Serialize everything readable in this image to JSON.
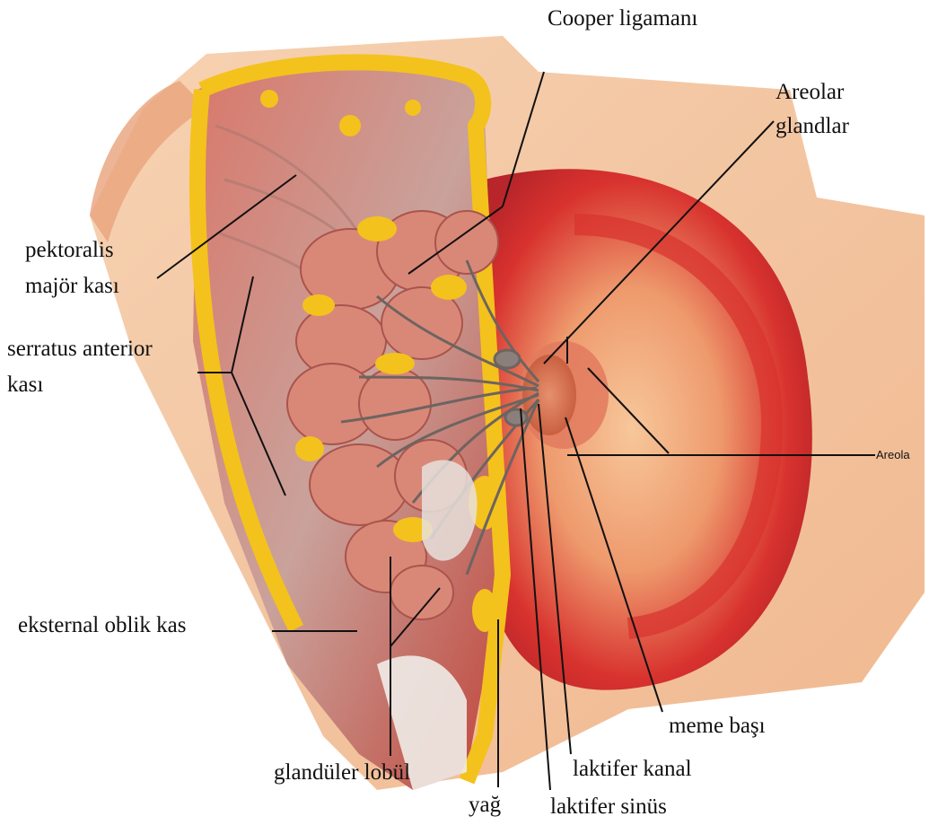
{
  "labels": {
    "cooper": "Cooper ligamanı",
    "areolar_1": "Areolar",
    "areolar_2": "glandlar",
    "pektoralis_1": "pektoralis",
    "pektoralis_2": "majör kası",
    "serratus_1": "serratus anterior",
    "serratus_2": "kası",
    "areola": "Areola",
    "eksternal": "eksternal oblik kas",
    "meme_basi": "meme başı",
    "glanduler": "glandüler lobül",
    "laktifer_kanal": "laktifer kanal",
    "yag": "yağ",
    "laktifer_sinus": "laktifer sinüs"
  },
  "colors": {
    "skin_light": "#f3c9a4",
    "skin_mid": "#e9926a",
    "skin_red": "#d8322e",
    "fat_yellow": "#f4c21c",
    "gland_pink": "#d98878",
    "duct_grey": "#8a7f7a",
    "muscle_red": "#c8473c",
    "line": "#111111"
  }
}
